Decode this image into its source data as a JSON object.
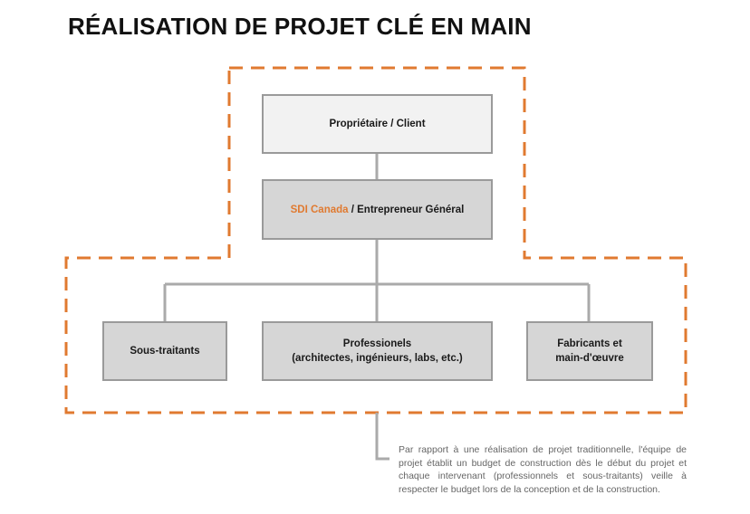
{
  "title": "RÉALISATION DE PROJET CLÉ EN MAIN",
  "boxes": {
    "owner": "Propriétaire / Client",
    "contractor_brand": "SDI Canada",
    "contractor_rest": " / Entrepreneur Général",
    "subcontractors": "Sous-traitants",
    "professionals_line1": "Professionels",
    "professionals_line2": "(architectes, ingénieurs, labs, etc.)",
    "manufacturers_line1": "Fabricants et",
    "manufacturers_line2": "main-d'œuvre"
  },
  "note": "Par rapport à une réalisation de projet traditionnelle, l'équipe de projet établit un budget de construction dès le début du projet et chaque intervenant (professionnels et sous-traitants) veille à respecter le budget lors de la conception et de la construction.",
  "colors": {
    "accent": "#e07a30",
    "box_border": "#9a9a9a",
    "connector": "#aaaaaa",
    "box_fill_light": "#f2f2f2",
    "box_fill_dark": "#d6d6d6"
  }
}
